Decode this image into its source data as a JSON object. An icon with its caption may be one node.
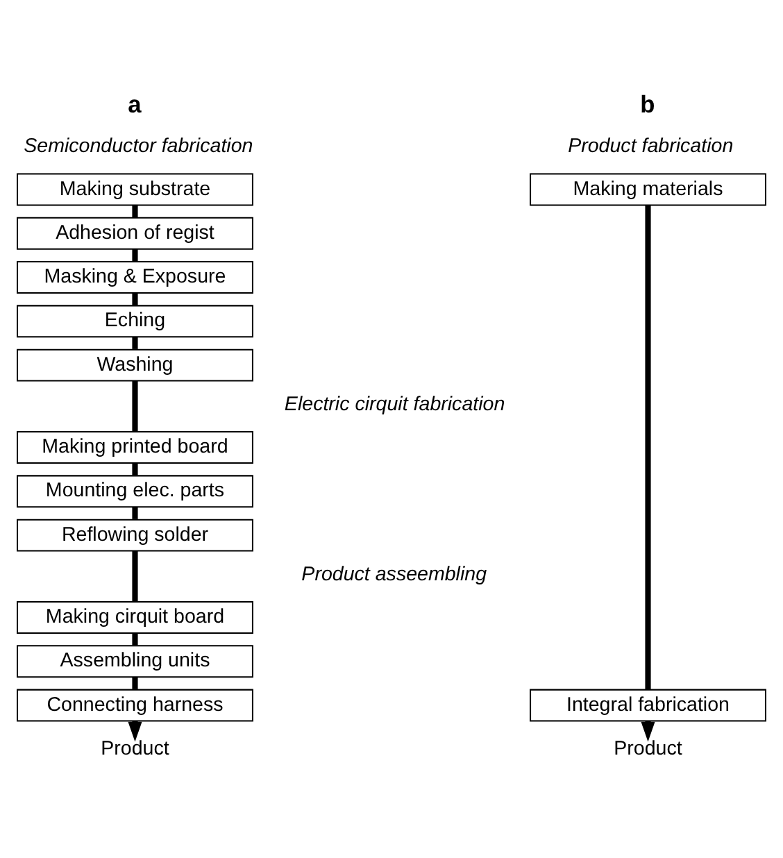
{
  "diagram": {
    "nodes": [
      {
        "text": [
          "Making substrate"
        ]
      },
      {
        "text": [
          "Adhesion of regist"
        ]
      },
      {
        "text": [
          "Masking & Exposure"
        ]
      },
      {
        "text": [
          "Eching"
        ]
      },
      {
        "text": [
          "Washing"
        ]
      },
      {
        "text": [
          "Making printed board"
        ]
      },
      {
        "text": [
          "Mounting elec. parts"
        ]
      },
      {
        "text": [
          "Reflowing solder"
        ]
      },
      {
        "text": [
          "Making cirquit board"
        ]
      },
      {
        "text": [
          "Assembling units"
        ]
      },
      {
        "text": [
          "Connecting harness"
        ]
      },
      {
        "text": [
          "Product"
        ]
      },
      {
        "text": [
          "Making materials"
        ]
      },
      {
        "text": [
          "Integral fabrication"
        ]
      },
      {
        "text": [
          "Product"
        ]
      }
    ],
    "edges": [
      {
        "from": 0,
        "to": 1,
        "arrow": "none"
      },
      {
        "from": 1,
        "to": 2,
        "arrow": "none"
      },
      {
        "from": 2,
        "to": 3,
        "arrow": "none"
      },
      {
        "from": 3,
        "to": 4,
        "arrow": "none"
      },
      {
        "from": 4,
        "to": 5,
        "arrow": "none"
      },
      {
        "from": 5,
        "to": 6,
        "arrow": "none"
      },
      {
        "from": 6,
        "to": 7,
        "arrow": "none"
      },
      {
        "from": 7,
        "to": 8,
        "arrow": "none"
      },
      {
        "from": 8,
        "to": 9,
        "arrow": "none"
      },
      {
        "from": 9,
        "to": 10,
        "arrow": "none"
      },
      {
        "from": 10,
        "to": 11,
        "arrow": "to"
      },
      {
        "from": 12,
        "to": 13,
        "arrow": "none"
      },
      {
        "from": 13,
        "to": 14,
        "arrow": "to"
      }
    ],
    "labels": [
      "a",
      "b",
      "Semiconductor fabrication",
      "Product fabrication",
      "Electric cirquit fabrication",
      "Product asseembling"
    ]
  }
}
